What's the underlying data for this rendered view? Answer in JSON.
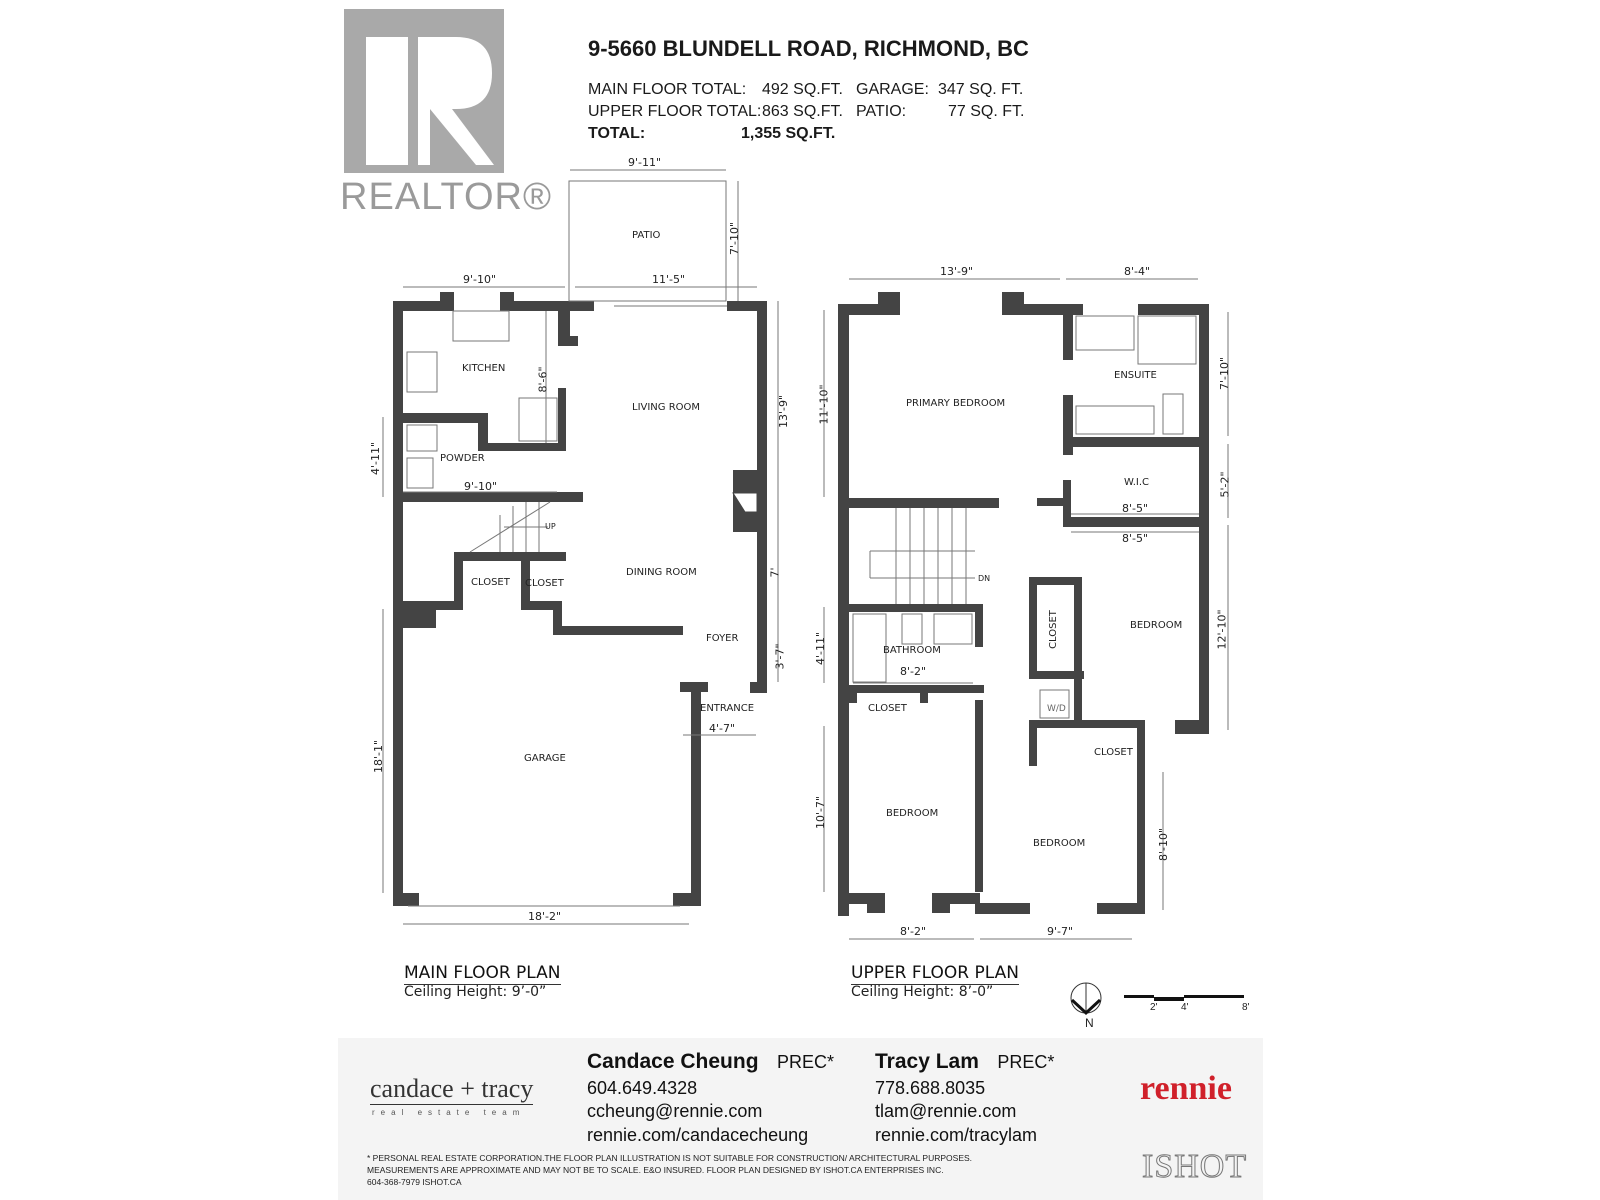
{
  "header": {
    "logo": {
      "name": "REALTOR®",
      "icon": "realtor-r-logo"
    },
    "address": "9-5660 BLUNDELL ROAD, RICHMOND, BC",
    "stats": [
      {
        "label": "MAIN FLOOR TOTAL:",
        "value": "492 SQ.FT."
      },
      {
        "label": "UPPER FLOOR TOTAL:",
        "value": "863 SQ.FT."
      },
      {
        "label": "TOTAL:",
        "value": "1,355 SQ.FT."
      }
    ],
    "extra_stats": [
      {
        "label": "GARAGE:",
        "value": "347 SQ. FT."
      },
      {
        "label": "PATIO:",
        "value": "77 SQ. FT."
      }
    ]
  },
  "main_floor": {
    "title": "MAIN FLOOR PLAN",
    "ceiling": "Ceiling Height: 9’-0”",
    "rooms": {
      "patio": "PATIO",
      "kitchen": "KITCHEN",
      "living_room": "LIVING ROOM",
      "powder": "POWDER",
      "dining_room": "DINING ROOM",
      "closet1": "CLOSET",
      "closet2": "CLOSET",
      "foyer": "FOYER",
      "entrance": "ENTRANCE",
      "garage": "GARAGE",
      "stairs": "UP"
    },
    "dimensions": {
      "patio_width": "9'-11\"",
      "patio_depth": "7'-10\"",
      "kitchen_width": "9'-10\"",
      "living_width": "11'-5\"",
      "kitchen_depth": "8'-6\"",
      "living_depth": "13'-9\"",
      "powder_depth": "4'-11\"",
      "powder_width": "9'-10\"",
      "dining_depth": "7'",
      "foyer_depth": "3'-7\"",
      "entrance_width": "4'-7\"",
      "garage_depth": "18'-1\"",
      "garage_width": "18'-2\""
    }
  },
  "upper_floor": {
    "title": "UPPER FLOOR PLAN",
    "ceiling": "Ceiling Height: 8’-0”",
    "rooms": {
      "primary_bedroom": "PRIMARY BEDROOM",
      "ensuite": "ENSUITE",
      "wic": "W.I.C",
      "bedroom_east": "BEDROOM",
      "closet_east": "CLOSET",
      "bathroom": "BATHROOM",
      "closet_west": "CLOSET",
      "bedroom_sw": "BEDROOM",
      "closet_south": "CLOSET",
      "bedroom_south": "BEDROOM",
      "wd": "W/D",
      "stairs": "DN"
    },
    "dimensions": {
      "primary_width": "13'-9\"",
      "ensuite_width": "8'-4\"",
      "primary_depth": "11'-10\"",
      "ensuite_depth": "7'-10\"",
      "wic_depth": "5'-2\"",
      "wic_width": "8'-5\"",
      "bedroom_e_width": "8'-5\"",
      "bedroom_e_depth": "12'-10\"",
      "bath_depth": "4'-11\"",
      "bath_width": "8'-2\"",
      "bedroom_sw_depth": "10'-7\"",
      "bedroom_s_depth": "8'-10\"",
      "bedroom_sw_width": "8'-2\"",
      "bedroom_s_width": "9'-7\""
    }
  },
  "legend": {
    "north": "N",
    "scale_ticks": [
      "2'",
      "4'",
      "8'"
    ]
  },
  "footer": {
    "team_logo": {
      "name": "candace + tracy",
      "sub": "real estate team"
    },
    "agents": [
      {
        "name": "Candace Cheung",
        "title": "PREC*",
        "phone": "604.649.4328",
        "email": "ccheung@rennie.com",
        "web": "rennie.com/candacecheung"
      },
      {
        "name": "Tracy Lam",
        "title": "PREC*",
        "phone": "778.688.8035",
        "email": "tlam@rennie.com",
        "web": "rennie.com/tracylam"
      }
    ],
    "brand": "rennie",
    "brand_color": "#d0202a",
    "disclaimer": [
      "* PERSONAL REAL ESTATE CORPORATION.THE FLOOR PLAN ILLUSTRATION IS NOT SUITABLE FOR CONSTRUCTION/ ARCHITECTURAL PURPOSES.",
      "MEASUREMENTS ARE APPROXIMATE AND MAY NOT BE TO SCALE. E&O INSURED. FLOOR PLAN DESIGNED BY ISHOT.CA ENTERPRISES INC.",
      "604-368-7979  ISHOT.CA"
    ],
    "designer_logo": "ISHOT"
  }
}
